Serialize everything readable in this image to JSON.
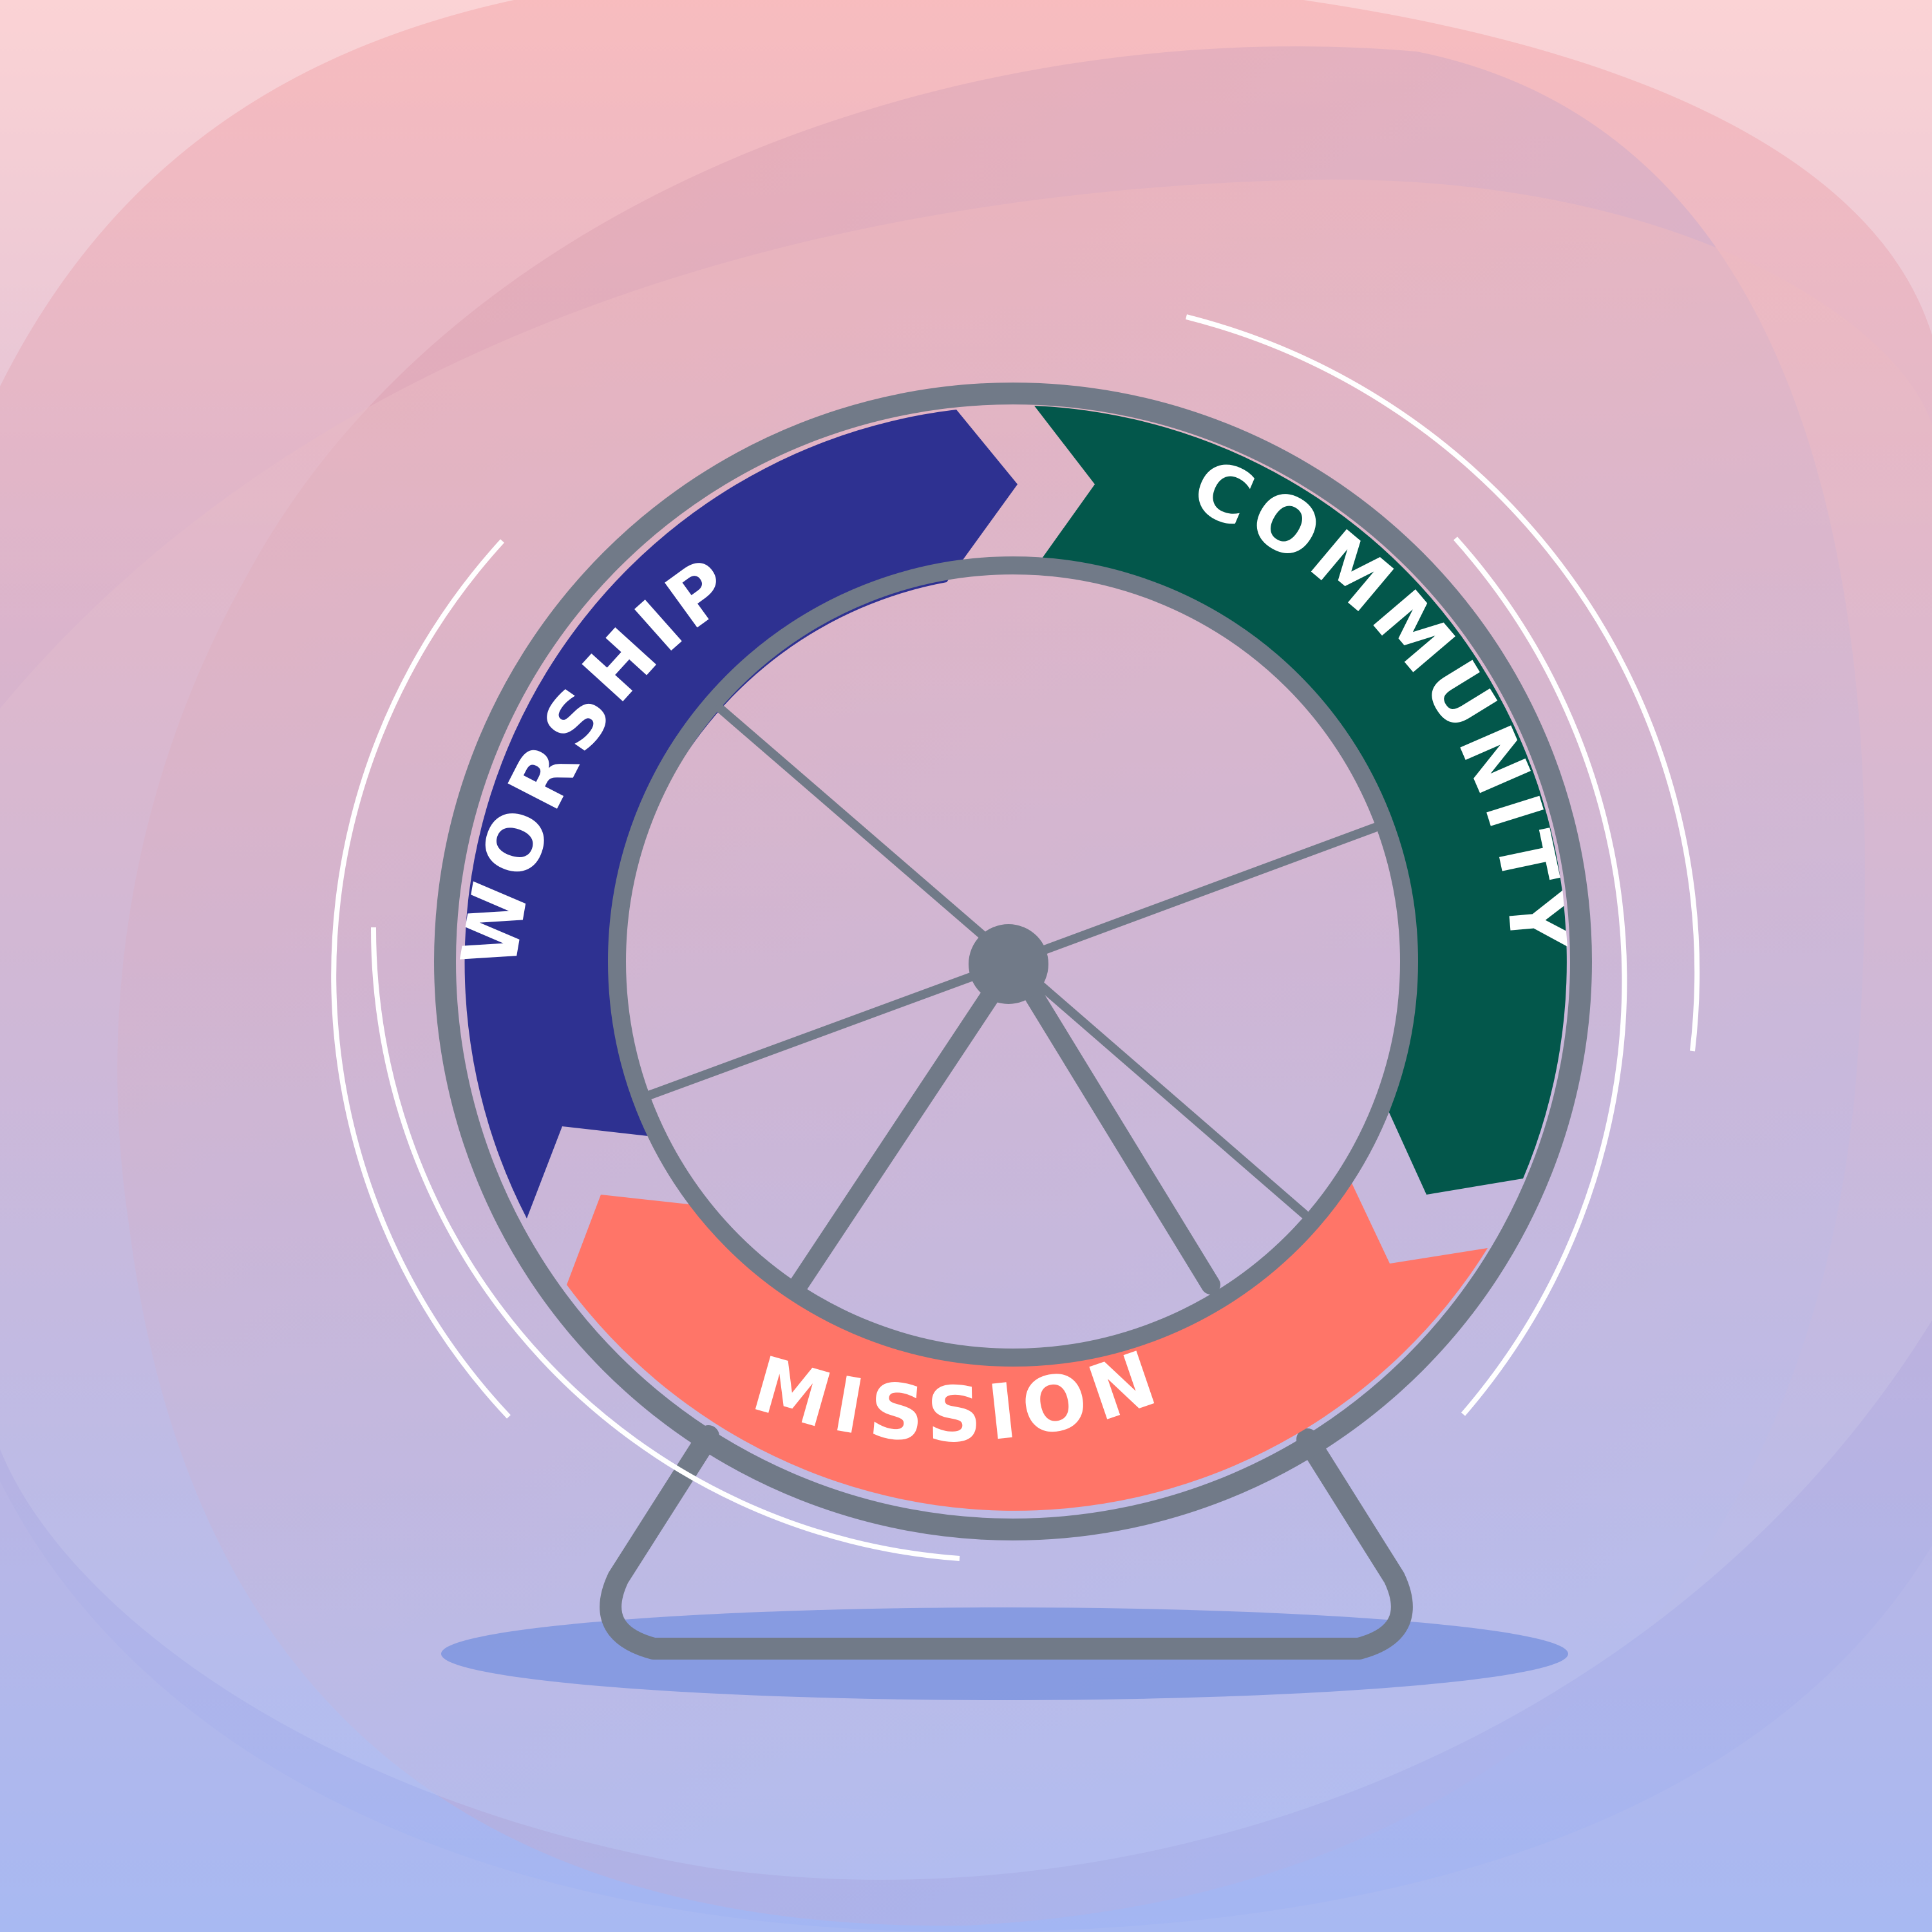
{
  "diagram": {
    "labels": {
      "worship": "WORSHIP",
      "community": "COMMUNITY",
      "mission": "MISSION"
    },
    "colors": {
      "worship": "#2e3191",
      "community": "#03574b",
      "mission": "#ff7568",
      "frame": "#717a88",
      "motion_lines": "#ffffff",
      "shadow": "#7e95df",
      "background_top": "#f7b6b6",
      "background_bottom": "#a3b5f2"
    },
    "icons": [
      "wheel-icon",
      "stand-icon",
      "motion-lines-icon"
    ]
  }
}
